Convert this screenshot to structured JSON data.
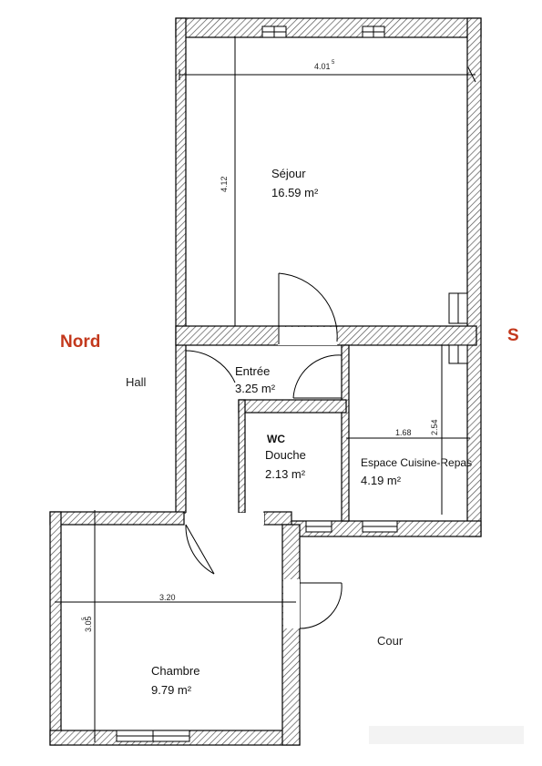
{
  "plan": {
    "rooms": [
      {
        "name": "Séjour",
        "area": "16.59 m²"
      },
      {
        "name": "Entrée",
        "area": "3.25 m²"
      },
      {
        "name": "WC",
        "subname": "Douche",
        "area": "2.13 m²"
      },
      {
        "name": "Espace Cuisine-Repas",
        "area": "4.19 m²"
      },
      {
        "name": "Chambre",
        "area": "9.79 m²"
      }
    ],
    "outside": {
      "hall": "Hall",
      "cour": "Cour",
      "nord": "Nord",
      "sud_fragment": "S"
    },
    "dimensions": {
      "sejour_width": "4.01",
      "sejour_width_sup": "5",
      "sejour_height": "4.12",
      "cuisine_width": "1.68",
      "cuisine_height": "2.54",
      "chambre_width": "3.20",
      "chambre_height": "3.05",
      "chambre_height_sup": "5"
    },
    "colors": {
      "wall_hatch": "#555555",
      "nord": "#c3381c",
      "lines": "#000000"
    }
  }
}
